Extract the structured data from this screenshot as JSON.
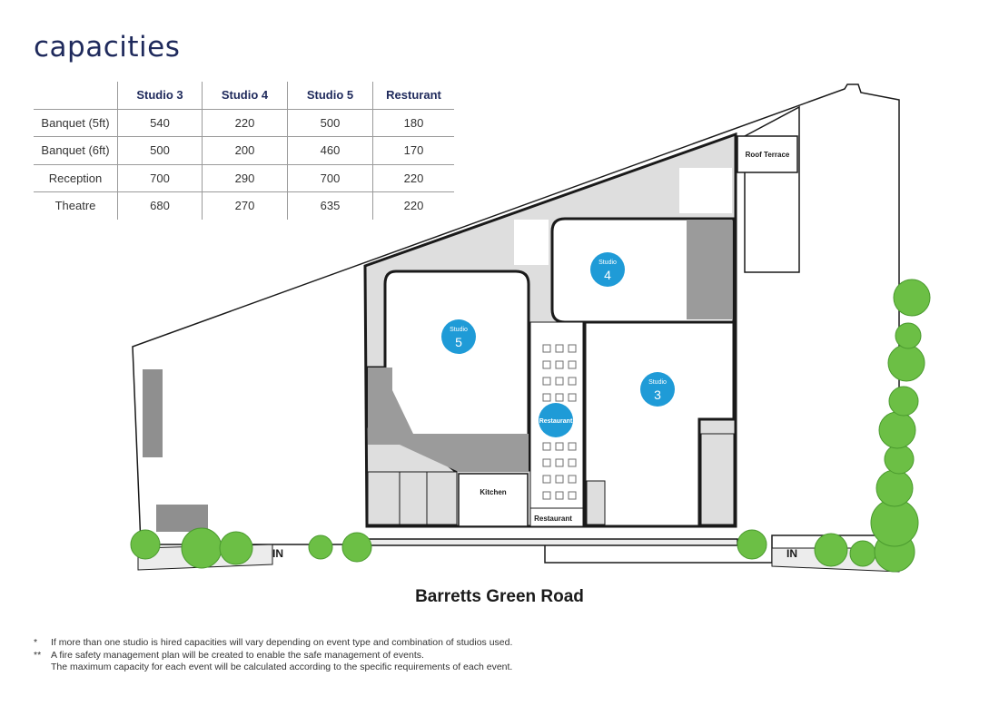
{
  "page": {
    "title": "capacities",
    "road": "Barretts Green Road"
  },
  "table": {
    "columns": [
      "",
      "Studio 3",
      "Studio 4",
      "Studio 5",
      "Resturant"
    ],
    "rows": [
      {
        "label": "Banquet (5ft)",
        "values": [
          "540",
          "220",
          "500",
          "180"
        ]
      },
      {
        "label": "Banquet (6ft)",
        "values": [
          "500",
          "200",
          "460",
          "170"
        ]
      },
      {
        "label": "Reception",
        "values": [
          "700",
          "290",
          "700",
          "220"
        ]
      },
      {
        "label": "Theatre",
        "values": [
          "680",
          "270",
          "635",
          "220"
        ]
      }
    ]
  },
  "plan": {
    "studio_word": "Studio",
    "studio3_number": "3",
    "studio4_number": "4",
    "studio5_number": "5",
    "restaurant_marker": "Restaurant",
    "restaurant_label": "Restaurant",
    "kitchen": "Kitchen",
    "roof_terrace": "Roof Terrace",
    "entrance_left": "IN",
    "entrance_right": "IN"
  },
  "footnotes": {
    "note1_mark": "*",
    "note1": "If more than one studio is hired capacities will vary depending on event type and combination of studios used.",
    "note2_mark": "**",
    "note2_line1": "A fire safety management plan will be created to enable the safe management of events.",
    "note2_line2": "The maximum capacity for each event will be calculated according to the specific requirements of each event."
  },
  "colors": {
    "accent": "#1f9bd7",
    "title": "#1f2a5c",
    "tree": "#6cbf45",
    "floor_light": "#dcdcdc",
    "floor_dark": "#9b9b9b"
  }
}
